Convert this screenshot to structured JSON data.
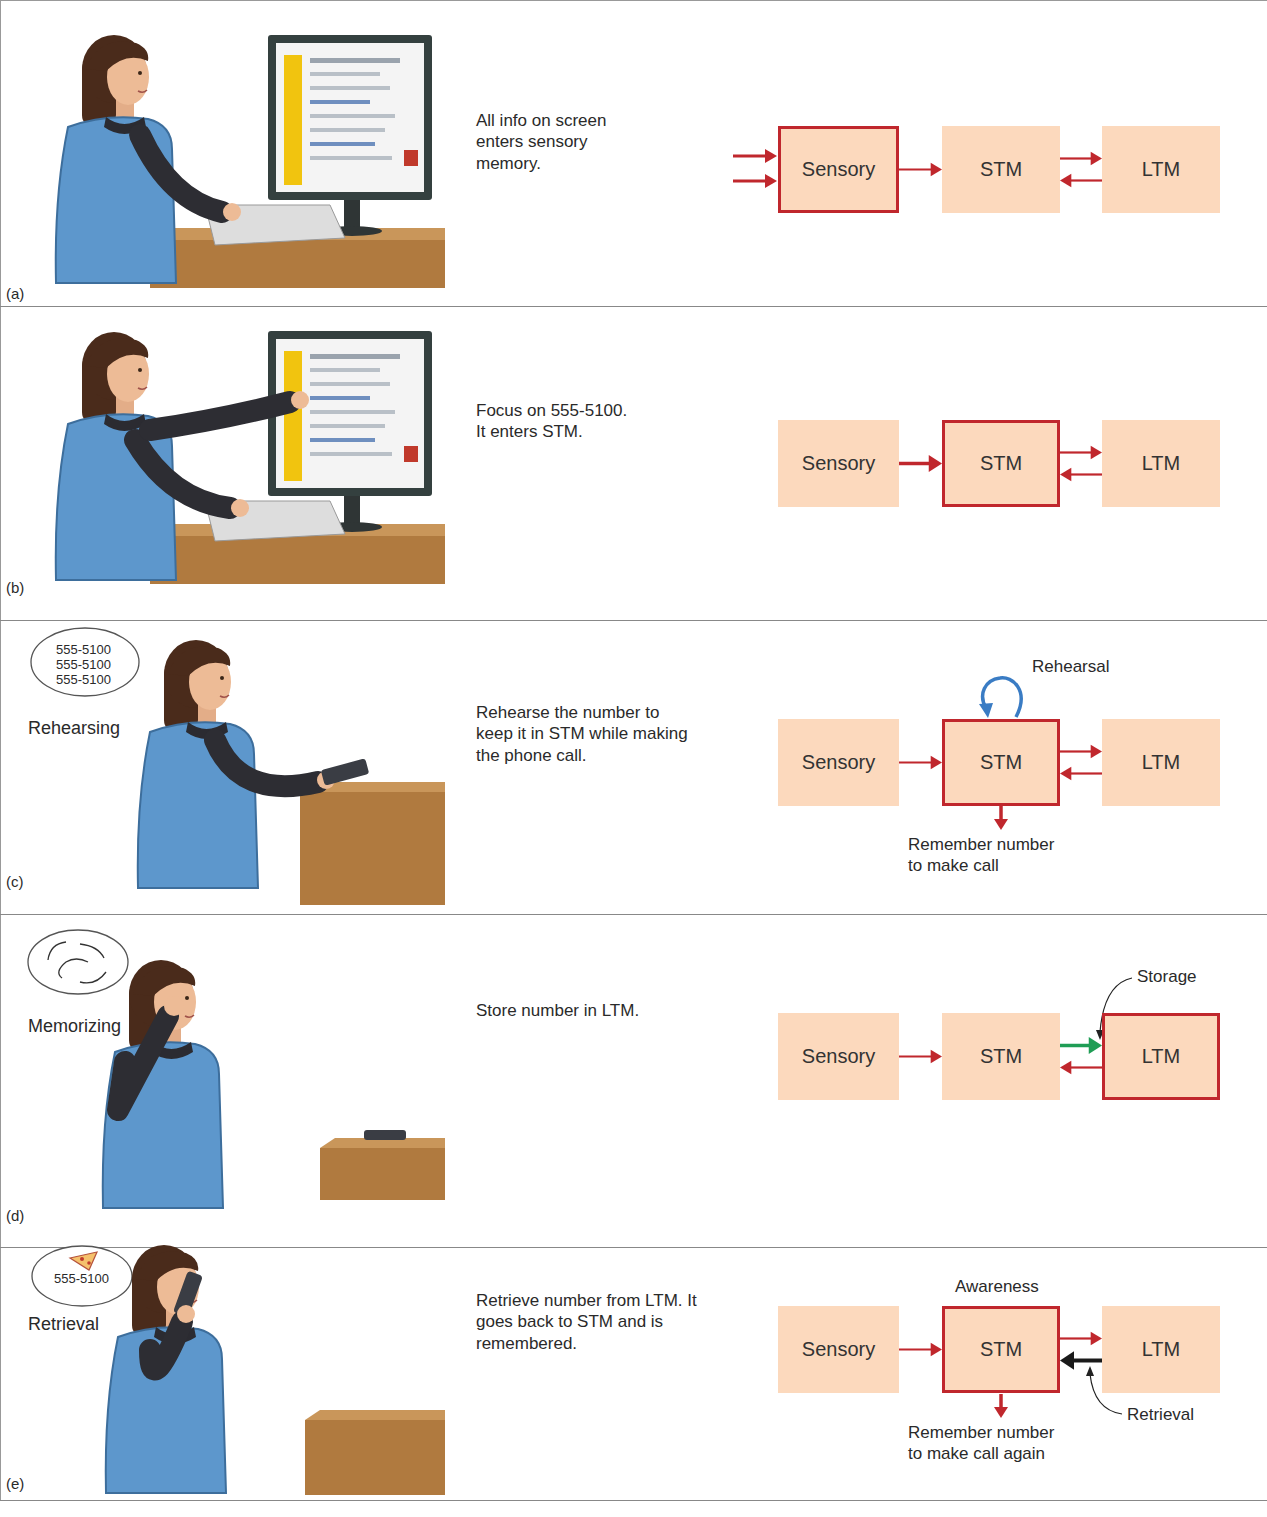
{
  "diagram": {
    "nodes": [
      {
        "text": [
          "Sensory"
        ]
      },
      {
        "text": [
          "STM"
        ]
      },
      {
        "text": [
          "LTM"
        ]
      },
      {
        "text": [
          "Sensory"
        ]
      },
      {
        "text": [
          "STM"
        ]
      },
      {
        "text": [
          "LTM"
        ]
      },
      {
        "text": [
          "Sensory"
        ]
      },
      {
        "text": [
          "STM"
        ]
      },
      {
        "text": [
          "LTM"
        ]
      },
      {
        "text": [
          "Sensory"
        ]
      },
      {
        "text": [
          "STM"
        ]
      },
      {
        "text": [
          "LTM"
        ]
      },
      {
        "text": [
          "Sensory"
        ]
      },
      {
        "text": [
          "STM"
        ]
      },
      {
        "text": [
          "LTM"
        ]
      }
    ],
    "edges": [
      {
        "from": 0,
        "to": 1,
        "arrow": "to"
      },
      {
        "from": 1,
        "to": 2,
        "arrow": "to"
      },
      {
        "from": 2,
        "to": 1,
        "arrow": "to"
      },
      {
        "from": 3,
        "to": 4,
        "arrow": "to"
      },
      {
        "from": 4,
        "to": 5,
        "arrow": "to"
      },
      {
        "from": 5,
        "to": 4,
        "arrow": "to"
      },
      {
        "from": 6,
        "to": 7,
        "arrow": "to"
      },
      {
        "from": 7,
        "to": 8,
        "arrow": "to"
      },
      {
        "from": 8,
        "to": 7,
        "arrow": "to"
      },
      {
        "from": 9,
        "to": 10,
        "arrow": "to"
      },
      {
        "from": 10,
        "to": 11,
        "arrow": "to"
      },
      {
        "from": 11,
        "to": 10,
        "arrow": "to"
      },
      {
        "from": 12,
        "to": 13,
        "arrow": "to"
      },
      {
        "from": 13,
        "to": 14,
        "arrow": "to"
      },
      {
        "from": 14,
        "to": 13,
        "arrow": "to"
      }
    ],
    "labels": [
      "(a)",
      "All info on screen enters sensory memory.",
      "(b)",
      "Focus on 555-5100. It enters STM.",
      "555-5100",
      "555-5100",
      "555-5100",
      "Rehearsing",
      "Rehearse the number to keep it in STM while making the phone call.",
      "Rehearsal",
      "Remember number to make call",
      "(c)",
      "Memorizing",
      "Store number in LTM.",
      "Storage",
      "(d)",
      "555-5100",
      "Retrieval",
      "Retrieve number from LTM. It goes back to STM and is remembered.",
      "Awareness",
      "Retrieval",
      "Remember number to make call again",
      "(e)"
    ]
  }
}
